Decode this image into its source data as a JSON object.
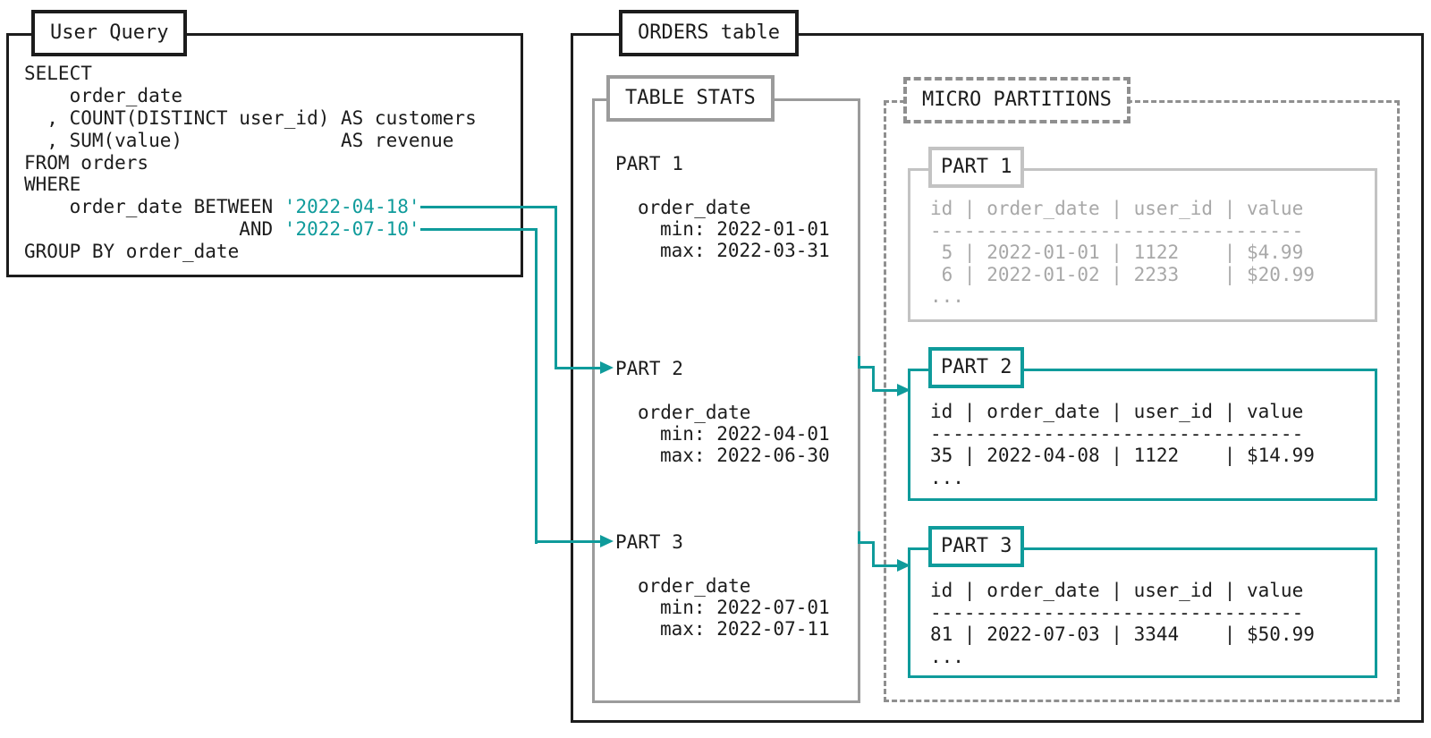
{
  "palette": {
    "ink": "#1c1c1c",
    "gray_border": "#9b9b9b",
    "pruned_border": "#c3c3c3",
    "pruned_text": "#a8a8a8",
    "teal": "#0f9b9b"
  },
  "user_query": {
    "title": "User Query",
    "sql": {
      "line1": "SELECT",
      "line2": "    order_date",
      "line3": "  , COUNT(DISTINCT user_id) AS customers",
      "line4": "  , SUM(value)              AS revenue",
      "line5": "FROM orders",
      "line6": "WHERE",
      "line7_prefix": "    order_date BETWEEN ",
      "line7_date": "'2022-04-18'",
      "line8_prefix": "                   AND ",
      "line8_date": "'2022-07-10'",
      "line9": "GROUP BY order_date"
    }
  },
  "orders_table": {
    "title": "ORDERS table"
  },
  "table_stats": {
    "title": "TABLE STATS",
    "min_label": "min: ",
    "max_label": "max: ",
    "parts": [
      {
        "name": "PART 1",
        "column": "order_date",
        "min": "2022-01-01",
        "max": "2022-03-31"
      },
      {
        "name": "PART 2",
        "column": "order_date",
        "min": "2022-04-01",
        "max": "2022-06-30"
      },
      {
        "name": "PART 3",
        "column": "order_date",
        "min": "2022-07-01",
        "max": "2022-07-11"
      }
    ]
  },
  "micro_partitions": {
    "title": "MICRO PARTITIONS",
    "parts": [
      {
        "name": "PART 1",
        "status": "pruned",
        "header": "id | order_date | user_id | value",
        "separator": "---------------------------------",
        "rows": [
          " 5 | 2022-01-01 | 1122    | $4.99",
          " 6 | 2022-01-02 | 2233    | $20.99"
        ],
        "ellipsis": "..."
      },
      {
        "name": "PART 2",
        "status": "scanned",
        "header": "id | order_date | user_id | value",
        "separator": "---------------------------------",
        "rows": [
          "35 | 2022-04-08 | 1122    | $14.99"
        ],
        "ellipsis": "..."
      },
      {
        "name": "PART 3",
        "status": "scanned",
        "header": "id | order_date | user_id | value",
        "separator": "---------------------------------",
        "rows": [
          "81 | 2022-07-03 | 3344    | $50.99"
        ],
        "ellipsis": "..."
      }
    ]
  },
  "connections": [
    {
      "from": "query BETWEEN start date",
      "to": "TABLE STATS PART 2"
    },
    {
      "from": "query BETWEEN end date",
      "to": "TABLE STATS PART 3"
    },
    {
      "from": "TABLE STATS PART 2",
      "to": "MICRO PARTITIONS PART 2"
    },
    {
      "from": "TABLE STATS PART 3",
      "to": "MICRO PARTITIONS PART 3"
    }
  ]
}
